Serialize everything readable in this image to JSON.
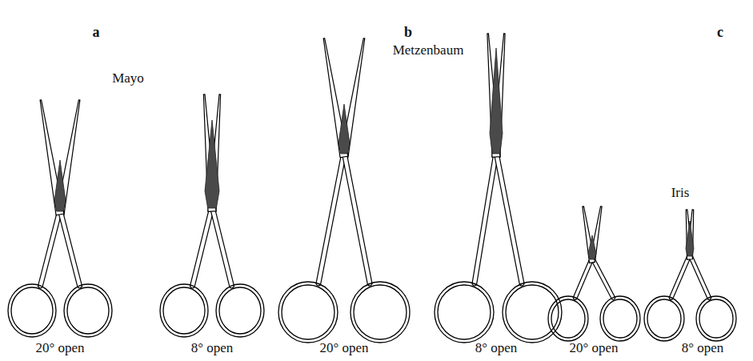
{
  "diagram": {
    "labels": [
      "a",
      "b",
      "c",
      "Mayo",
      "Metzenbaum",
      "Iris",
      "20° open",
      "8° open",
      "20° open",
      "8° open",
      "20° open",
      "8° open"
    ]
  }
}
